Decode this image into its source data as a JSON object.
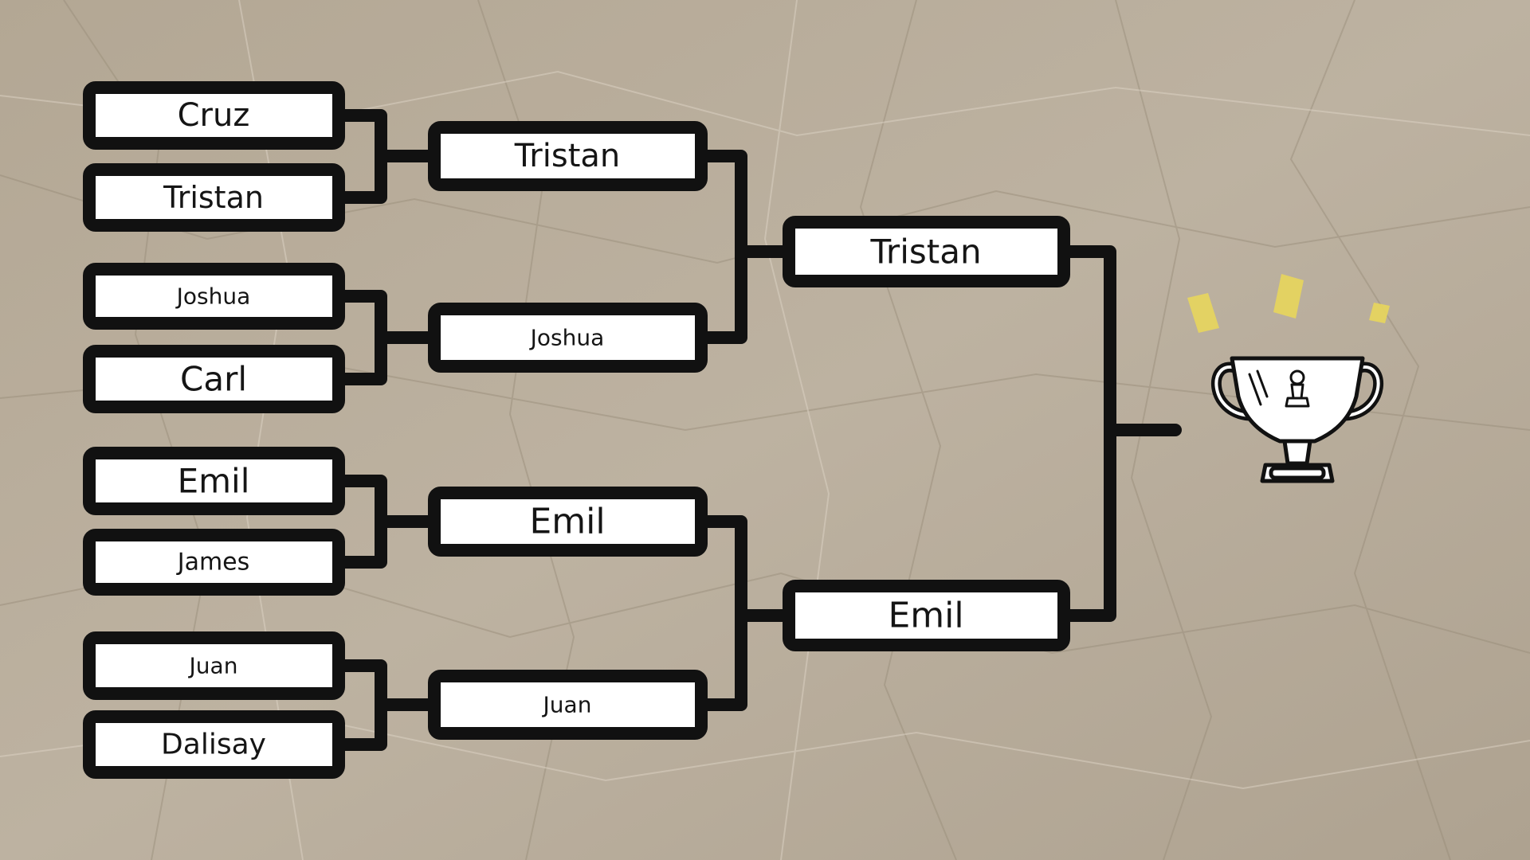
{
  "bracket": {
    "round_1": [
      "Cruz",
      "Tristan",
      "Joshua",
      "Carl",
      "Emil",
      "James",
      "Juan",
      "Dalisay"
    ],
    "round_2": [
      "Tristan",
      "Joshua",
      "Emil",
      "Juan"
    ],
    "semifinal": [
      "Tristan",
      "Emil"
    ]
  },
  "trophy": {
    "icon": "trophy-icon",
    "emblem": "chess-pawn-icon",
    "sparkle_color": "#e8d65c"
  },
  "colors": {
    "paper": "#b7ab99",
    "ink": "#111111",
    "box_fill": "#ffffff"
  }
}
